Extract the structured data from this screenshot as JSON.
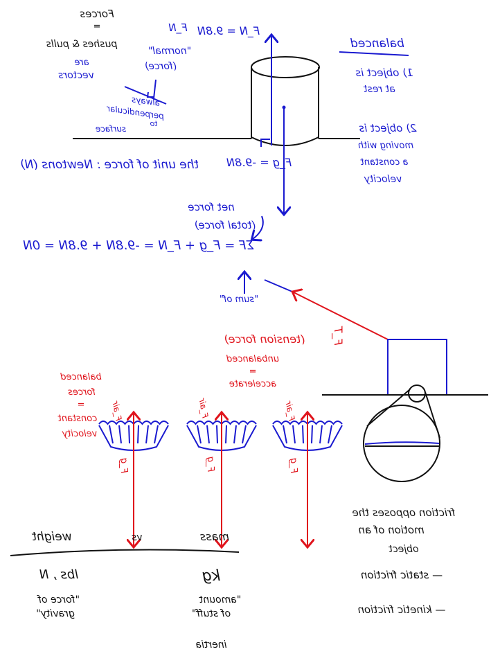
{
  "colors": {
    "blue_ink": "#1a1ad0",
    "red_ink": "#e0141c",
    "black_ink": "#111111",
    "background": "#ffffff"
  },
  "mirrored": true,
  "notes": {
    "forces": [
      "Forces",
      "=",
      "pushes & pulls",
      "are",
      "vectors"
    ],
    "normal": [
      "F_N",
      "\"normal\"",
      "(force)"
    ],
    "perpendicular": [
      "always",
      "perpendicular",
      "to",
      "surface"
    ],
    "fn_value": "F_N = 9.8N",
    "fg_value": "F_g = -9.8N",
    "unit": "the unit of force : Newtons (N)",
    "balanced_title": "balanced",
    "balanced_items": [
      "1) object is",
      "at rest",
      "2) object is",
      "moving with",
      "a constant",
      "velocity"
    ],
    "net_force": [
      "net force",
      "(total force)"
    ],
    "equation": "ΣF = F_g + F_N = -9.8N + 9.8N = 0N",
    "sum_of": "\"sum of\"",
    "tension_label": "F_T",
    "tension": "(tension force)",
    "unbalanced": [
      "unbalanced",
      "=",
      "accelerate"
    ],
    "balanced_forces": [
      "balanced",
      "forces",
      "=",
      "constant",
      "velocity"
    ],
    "f_air": "F_air",
    "f_g": "F_g",
    "friction": [
      "friction opposes the",
      "motion of an",
      "object",
      "— static friction",
      "— kinetic friction"
    ],
    "mass_weight": {
      "mass": "mass",
      "vs": "vs",
      "weight": "weight",
      "mass_unit": "kg",
      "weight_unit": "lbs , N",
      "mass_desc": [
        "\"amount",
        "of stuff\""
      ],
      "inertia": "inertia",
      "weight_desc": [
        "\"force of",
        "gravity\""
      ]
    }
  }
}
